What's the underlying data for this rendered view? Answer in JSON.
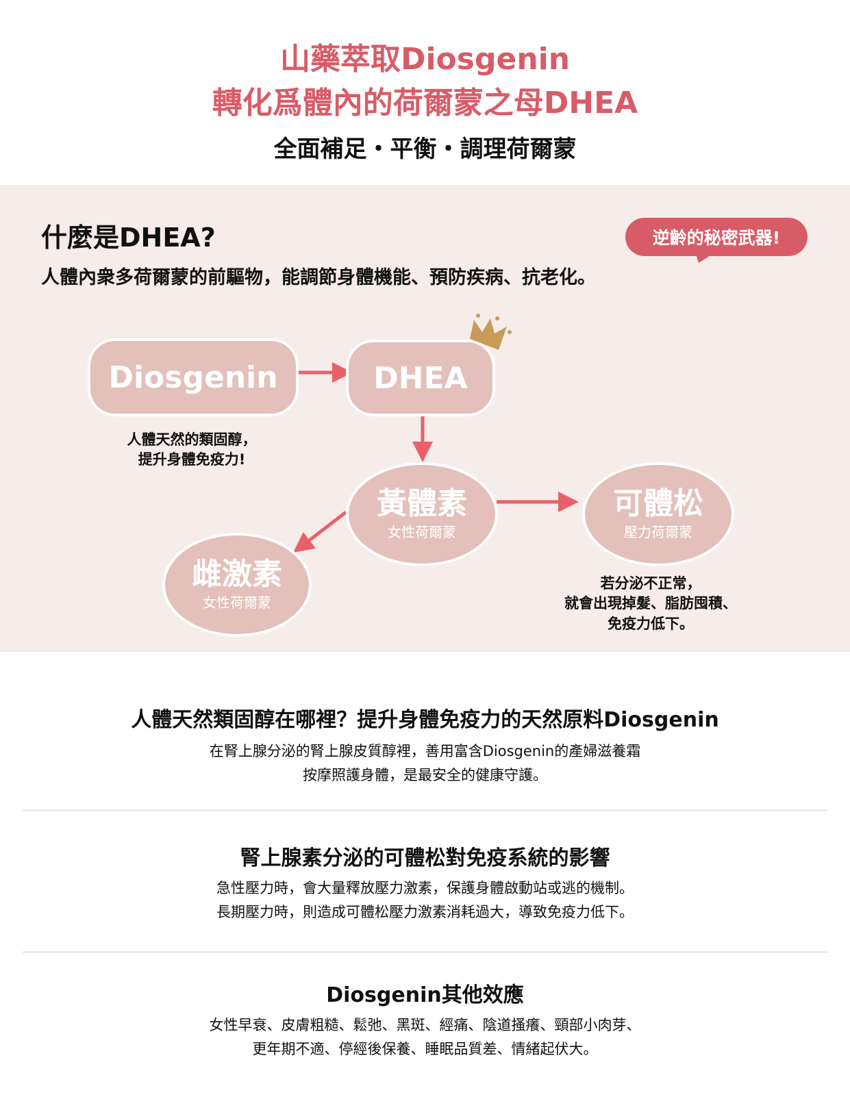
{
  "header": {
    "title_line1": "山藥萃取Diosgenin",
    "title_line2": "轉化爲體內的荷爾蒙之母DHEA",
    "subtitle": "全面補足・平衡・調理荷爾蒙"
  },
  "dhea": {
    "heading": "什麼是DHEA?",
    "bubble": "逆齡的秘密武器!",
    "description": "人體內衆多荷爾蒙的前驅物，能調節身體機能、預防疾病、抗老化。"
  },
  "diagram": {
    "diosgenin": "Diosgenin",
    "diosgenin_note": [
      "人體天然的類固醇，",
      "提升身體免疫力!"
    ],
    "dhea": "DHEA",
    "progesterone": {
      "name": "黃體素",
      "sub": "女性荷爾蒙"
    },
    "cortisol": {
      "name": "可體松",
      "sub": "壓力荷爾蒙"
    },
    "estrogen": {
      "name": "雌激素",
      "sub": "女性荷爾蒙"
    },
    "cortisol_note": [
      "若分泌不正常，",
      "就會出現掉髮、脂肪囤積、",
      "免疫力低下。"
    ]
  },
  "sections": [
    {
      "title": "人體天然類固醇在哪裡？提升身體免疫力的天然原料Diosgenin",
      "lines": [
        "在腎上腺分泌的腎上腺皮質醇裡，善用富含Diosgenin的產婦滋養霜",
        "按摩照護身體，是最安全的健康守護。"
      ]
    },
    {
      "title": "腎上腺素分泌的可體松對免疫系統的影響",
      "lines": [
        "急性壓力時，會大量釋放壓力激素，保護身體啟動站或逃的機制。",
        "長期壓力時，則造成可體松壓力激素消耗過大，導致免疫力低下。"
      ]
    },
    {
      "title": "Diosgenin其他效應",
      "lines": [
        "女性早衰、皮膚粗糙、鬆弛、黑斑、經痛、陰道搔癢、頸部小肉芽、",
        "更年期不適、停經後保養、睡眠品質差、情緒起伏大。"
      ]
    }
  ],
  "colors": {
    "accent": "#d85c68",
    "arrow": "#e8616a",
    "node": "#e3c0ba",
    "panel": "#f6ecea",
    "crown": "#c89b58"
  }
}
